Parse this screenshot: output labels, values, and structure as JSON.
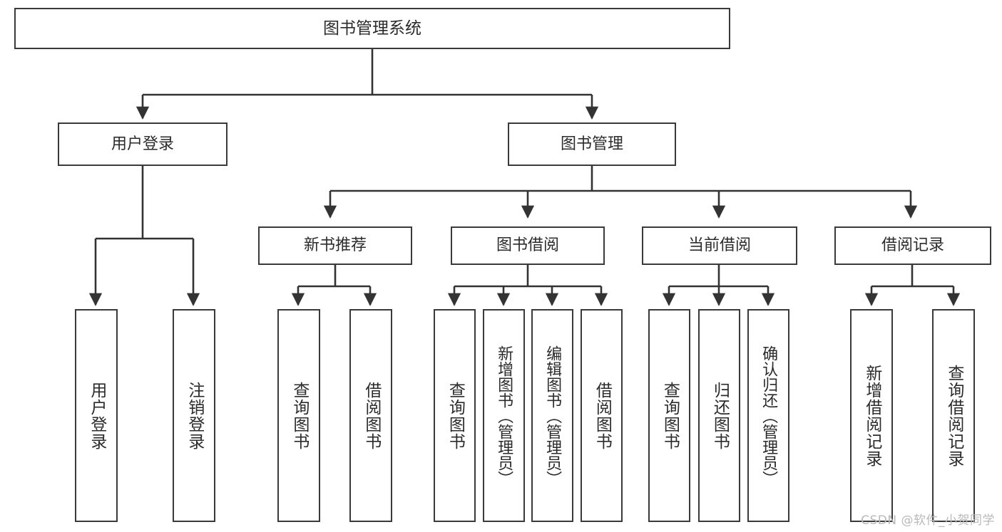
{
  "diagram": {
    "title": "图书管理系统",
    "type": "tree",
    "orientation": "top-down",
    "colors": {
      "background": "#ffffff",
      "node_border": "#3a3a3a",
      "node_fill": "#ffffff",
      "edge": "#333333",
      "text": "#2b2b2b",
      "watermark": "#b9b9b9"
    },
    "watermark": "CSDN @软件_小贺同学"
  },
  "nodes": {
    "root": {
      "label": "图书管理系统",
      "level": 0
    },
    "level1": [
      {
        "id": "user-login",
        "label": "用户登录"
      },
      {
        "id": "book-manage",
        "label": "图书管理"
      }
    ],
    "level2": [
      {
        "id": "new-book-recommend",
        "label": "新书推荐",
        "parent": "book-manage"
      },
      {
        "id": "book-borrow",
        "label": "图书借阅",
        "parent": "book-manage"
      },
      {
        "id": "current-borrow",
        "label": "当前借阅",
        "parent": "book-manage"
      },
      {
        "id": "borrow-record",
        "label": "借阅记录",
        "parent": "book-manage"
      }
    ],
    "leaves": {
      "user-login": [
        {
          "id": "leaf-user-login",
          "label": "用户登录"
        },
        {
          "id": "leaf-logout-login",
          "label": "注销登录"
        }
      ],
      "new-book-recommend": [
        {
          "id": "leaf-query-book-1",
          "label": "查询图书"
        },
        {
          "id": "leaf-borrow-book-1",
          "label": "借阅图书"
        }
      ],
      "book-borrow": [
        {
          "id": "leaf-query-book-2",
          "label": "查询图书"
        },
        {
          "id": "leaf-add-book",
          "label": "新增图书（管理员）"
        },
        {
          "id": "leaf-edit-book",
          "label": "编辑图书（管理员）"
        },
        {
          "id": "leaf-borrow-book-2",
          "label": "借阅图书"
        }
      ],
      "current-borrow": [
        {
          "id": "leaf-query-book-3",
          "label": "查询图书"
        },
        {
          "id": "leaf-return-book",
          "label": "归还图书"
        },
        {
          "id": "leaf-confirm-return",
          "label": "确认归还（管理员）"
        }
      ],
      "borrow-record": [
        {
          "id": "leaf-add-record",
          "label": "新增借阅记录"
        },
        {
          "id": "leaf-query-record",
          "label": "查询借阅记录"
        }
      ]
    }
  }
}
